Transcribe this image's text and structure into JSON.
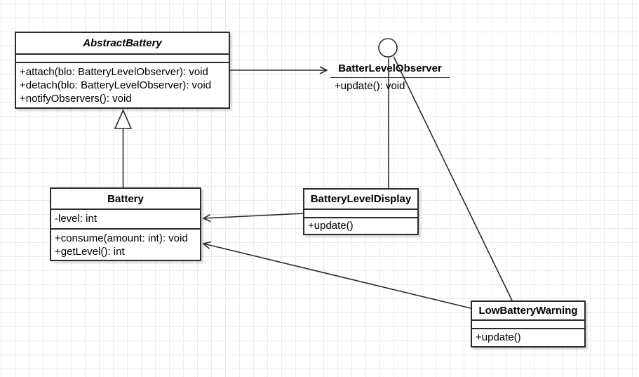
{
  "classes": {
    "abstractBattery": {
      "name": "AbstractBattery",
      "abstract": true,
      "attributes": [],
      "methods": [
        "+attach(blo: BatteryLevelObserver): void",
        "+detach(blo: BatteryLevelObserver): void",
        "+notifyObservers(): void"
      ]
    },
    "battery": {
      "name": "Battery",
      "attributes": [
        "-level: int"
      ],
      "methods": [
        "+consume(amount: int): void",
        "+getLevel(): int"
      ]
    },
    "batteryLevelDisplay": {
      "name": "BatteryLevelDisplay",
      "attributes": [],
      "methods": [
        "+update()"
      ]
    },
    "lowBatteryWarning": {
      "name": "LowBatteryWarning",
      "attributes": [],
      "methods": [
        "+update()"
      ]
    }
  },
  "interface": {
    "name": "BatterLevelObserver",
    "notation": "lollipop",
    "methods": [
      "+update(): void"
    ]
  },
  "relationships": [
    {
      "from": "AbstractBattery",
      "to": "BatterLevelObserver",
      "type": "directed-association-open-arrow"
    },
    {
      "from": "Battery",
      "to": "AbstractBattery",
      "type": "generalization-hollow-triangle"
    },
    {
      "from": "BatteryLevelDisplay",
      "to": "Battery",
      "type": "directed-association-open-arrow"
    },
    {
      "from": "LowBatteryWarning",
      "to": "Battery",
      "type": "directed-association-open-arrow"
    },
    {
      "from": "BatteryLevelDisplay",
      "to": "BatterLevelObserver",
      "type": "realization-lollipop-line"
    },
    {
      "from": "LowBatteryWarning",
      "to": "BatterLevelObserver",
      "type": "realization-lollipop-line"
    }
  ],
  "colors": {
    "stroke": "#2b2b2b",
    "box_fill": "#ffffff",
    "canvas": "#ffffff",
    "grid_line": "#ebebeb"
  }
}
